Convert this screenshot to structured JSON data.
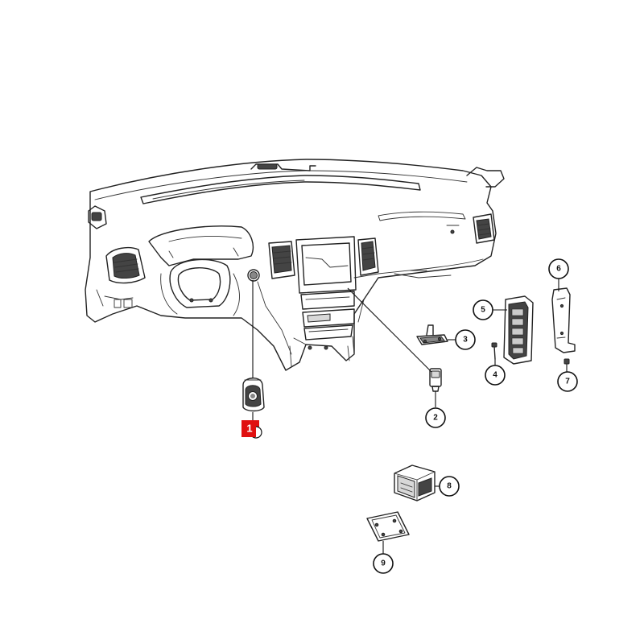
{
  "diagram": {
    "highlight_color": "#e01010",
    "line_color": "#222222",
    "callouts": [
      {
        "label": "1",
        "highlighted": true
      },
      {
        "label": "2"
      },
      {
        "label": "3"
      },
      {
        "label": "4"
      },
      {
        "label": "5"
      },
      {
        "label": "6"
      },
      {
        "label": "7"
      },
      {
        "label": "8"
      },
      {
        "label": "9"
      }
    ]
  }
}
